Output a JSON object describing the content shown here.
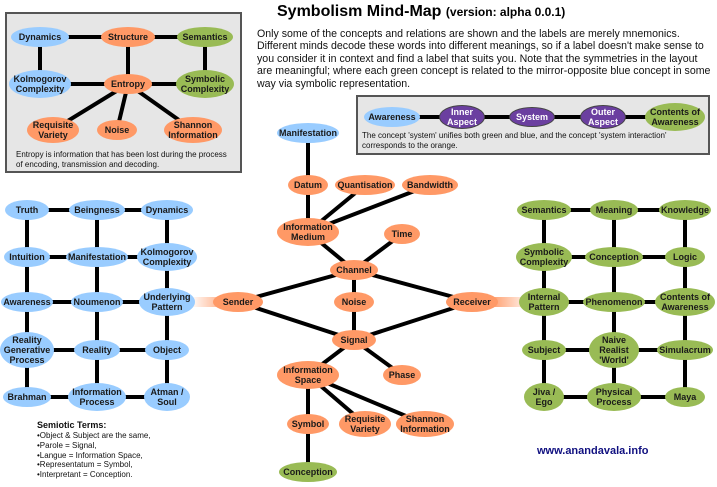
{
  "title": "Symbolism Mind-Map",
  "version": "(version: alpha 0.0.1)",
  "intro": "Only some of the concepts and relations are shown and the labels are merely mnemonics. Different minds decode these words into different meanings, so if a label doesn't make sense to you consider it in context and find a label that suits you. Note that the symmetries in the layout are meaningful; where each green concept is related to the mirror-opposite blue concept in some way via symbolic representation.",
  "entropy_box": {
    "caption": "Entropy is information that has been lost during the process of encoding, transmission and decoding.",
    "nodes": {
      "dynamics": "Dynamics",
      "structure": "Structure",
      "semantics": "Semantics",
      "kolmogorov": "Kolmogorov\nComplexity",
      "entropy": "Entropy",
      "symbolic": "Symbolic\nComplexity",
      "requisite": "Requisite\nVariety",
      "noise": "Noise",
      "shannon": "Shannon\nInformation"
    }
  },
  "system_box": {
    "caption": "The concept 'system' unifies both green and blue, and the concept 'system interaction' corresponds to the orange.",
    "nodes": {
      "awareness": "Awareness",
      "inner": "Inner\nAspect",
      "system": "System",
      "outer": "Outer\nAspect",
      "contents": "Contents of\nAwareness"
    }
  },
  "center": {
    "manifestation": "Manifestation",
    "datum": "Datum",
    "quantisation": "Quantisation",
    "bandwidth": "Bandwidth",
    "info_medium": "Information\nMedium",
    "time": "Time",
    "channel": "Channel",
    "sender": "Sender",
    "noise": "Noise",
    "receiver": "Receiver",
    "signal": "Signal",
    "info_space": "Information\nSpace",
    "phase": "Phase",
    "symbol": "Symbol",
    "requisite": "Requisite\nVariety",
    "shannon": "Shannon\nInformation",
    "conception": "Conception"
  },
  "left": {
    "truth": "Truth",
    "beingness": "Beingness",
    "dynamics": "Dynamics",
    "intuition": "Intuition",
    "manifestation": "Manifestation",
    "kolmogorov": "Kolmogorov\nComplexity",
    "awareness": "Awareness",
    "noumenon": "Noumenon",
    "underlying": "Underlying\nPattern",
    "reality_gen": "Reality\nGenerative\nProcess",
    "reality": "Reality",
    "object": "Object",
    "brahman": "Brahman",
    "info_process": "Information\nProcess",
    "atman": "Atman /\nSoul"
  },
  "right": {
    "semantics": "Semantics",
    "meaning": "Meaning",
    "knowledge": "Knowledge",
    "symbolic": "Symbolic\nComplexity",
    "conception": "Conception",
    "logic": "Logic",
    "internal": "Internal\nPattern",
    "phenomenon": "Phenomenon",
    "contents": "Contents of\nAwareness",
    "subject": "Subject",
    "naive": "Naive\nRealist\n'World'",
    "simulacrum": "Simulacrum",
    "jiva": "Jiva /\nEgo",
    "physical": "Physical\nProcess",
    "maya": "Maya"
  },
  "semiotic": {
    "title": "Semiotic Terms:",
    "items": [
      "•Object & Subject are the same,",
      "•Parole = Signal,",
      "•Langue = Information Space,",
      "•Representatum = Symbol,",
      "•Interpretant = Conception."
    ]
  },
  "url": "www.anandavala.info",
  "colors": {
    "blue": "#99ccff",
    "orange": "#ff9966",
    "green": "#99bb55",
    "purple": "#6b3fa0",
    "panel": "#e6e6e6"
  }
}
